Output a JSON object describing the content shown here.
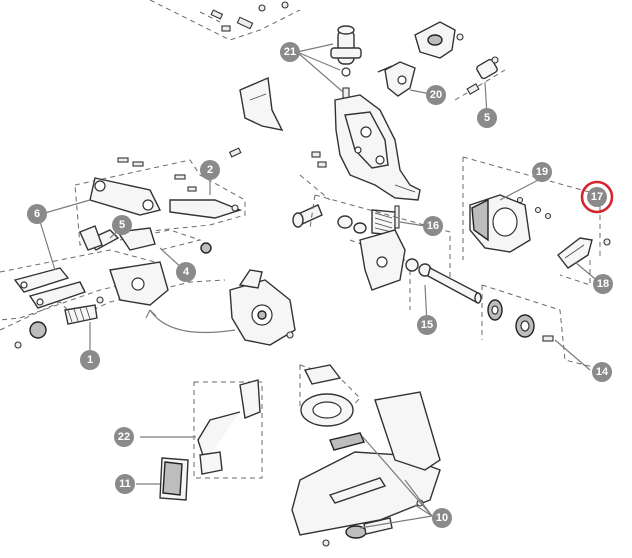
{
  "diagram": {
    "highlight_color": "#d22630",
    "badge_color": "#8a8a8a",
    "callouts": [
      {
        "id": "c1",
        "label": "1"
      },
      {
        "id": "c2",
        "label": "2"
      },
      {
        "id": "c4",
        "label": "4"
      },
      {
        "id": "c5a",
        "label": "5"
      },
      {
        "id": "c5b",
        "label": "5"
      },
      {
        "id": "c6",
        "label": "6"
      },
      {
        "id": "c10",
        "label": "10"
      },
      {
        "id": "c11",
        "label": "11"
      },
      {
        "id": "c14",
        "label": "14"
      },
      {
        "id": "c15",
        "label": "15"
      },
      {
        "id": "c16",
        "label": "16"
      },
      {
        "id": "c17",
        "label": "17",
        "highlighted": true
      },
      {
        "id": "c18",
        "label": "18"
      },
      {
        "id": "c19",
        "label": "19"
      },
      {
        "id": "c20",
        "label": "20"
      },
      {
        "id": "c21",
        "label": "21"
      },
      {
        "id": "c22",
        "label": "22"
      }
    ]
  }
}
